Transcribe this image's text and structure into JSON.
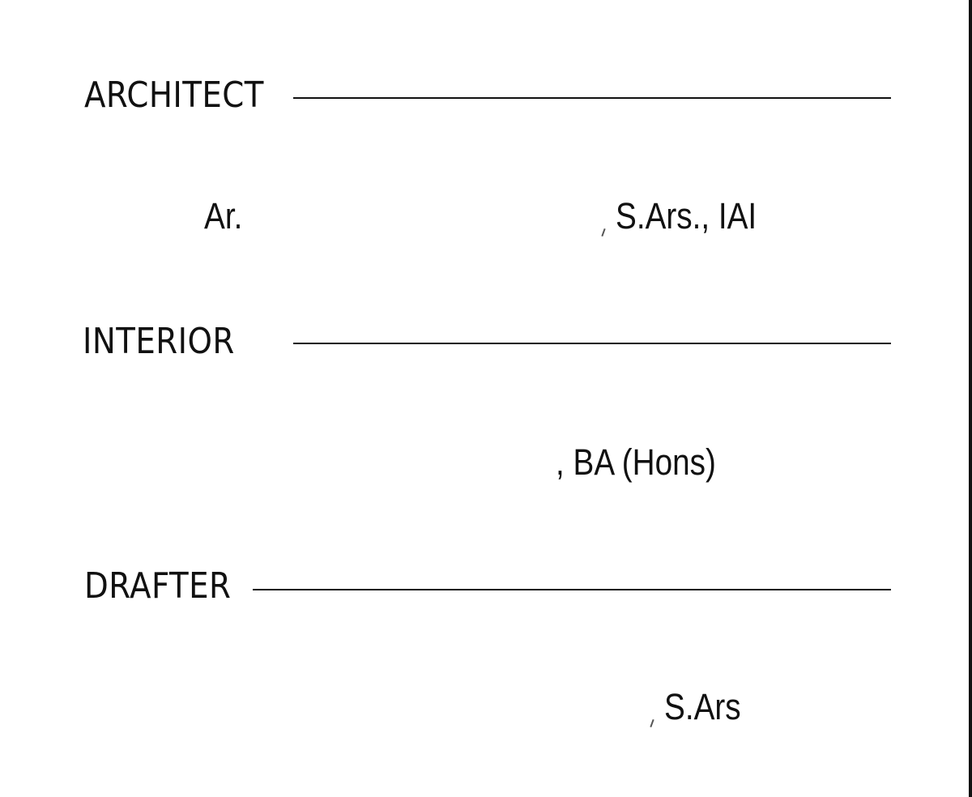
{
  "sections": [
    {
      "label": "ARCHITECT",
      "entries": [
        "Ar.",
        "S.Ars., IAI"
      ]
    },
    {
      "label": "INTERIOR",
      "entries": [
        ", BA (Hons)"
      ]
    },
    {
      "label": "DRAFTER",
      "entries": [
        "S.Ars"
      ]
    }
  ]
}
